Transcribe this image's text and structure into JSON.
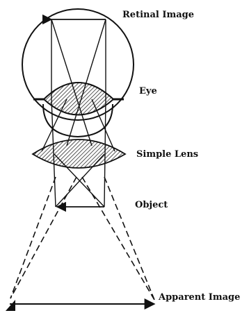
{
  "labels": {
    "retinal_image": "Retinal Image",
    "eye": "Eye",
    "simple_lens": "Simple Lens",
    "object": "Object",
    "apparent_image": "Apparent Image"
  },
  "colors": {
    "ink": "#111111",
    "background": "#ffffff"
  }
}
